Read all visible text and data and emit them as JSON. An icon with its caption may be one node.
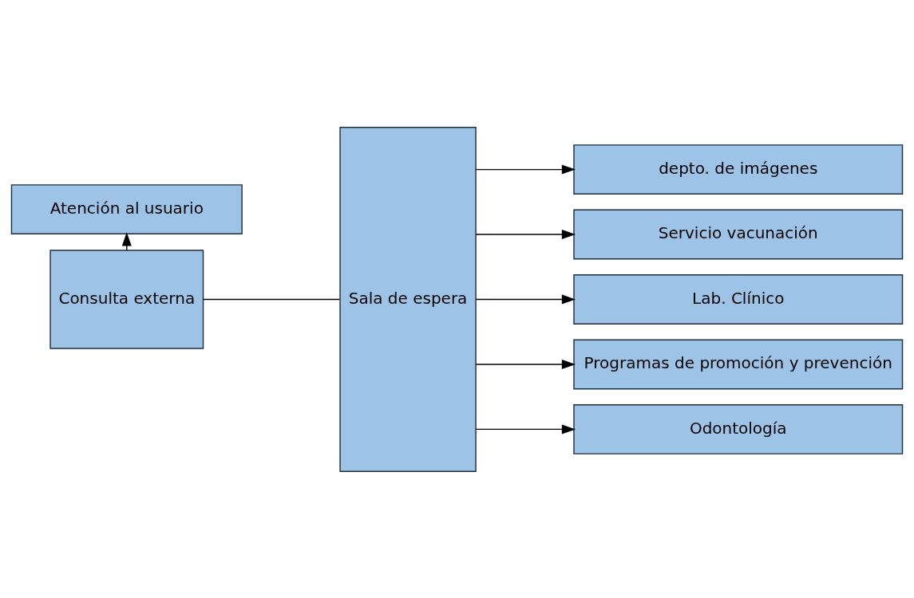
{
  "diagram": {
    "nodes": [
      {
        "text": [
          "Atención al usuario"
        ]
      },
      {
        "text": [
          "Consulta externa"
        ]
      },
      {
        "text": [
          "Sala de espera"
        ]
      },
      {
        "text": [
          "depto. de imágenes"
        ]
      },
      {
        "text": [
          "Servicio vacunación"
        ]
      },
      {
        "text": [
          "Lab. Clínico"
        ]
      },
      {
        "text": [
          "Programas de promoción y prevención"
        ]
      },
      {
        "text": [
          "Odontología"
        ]
      }
    ],
    "edges": [
      {
        "from": 1,
        "to": 0,
        "arrow": "to"
      },
      {
        "from": 1,
        "to": 2,
        "arrow": "none"
      },
      {
        "from": 2,
        "to": 3,
        "arrow": "to"
      },
      {
        "from": 2,
        "to": 4,
        "arrow": "to"
      },
      {
        "from": 2,
        "to": 5,
        "arrow": "to"
      },
      {
        "from": 2,
        "to": 6,
        "arrow": "to"
      },
      {
        "from": 2,
        "to": 7,
        "arrow": "to"
      }
    ]
  }
}
